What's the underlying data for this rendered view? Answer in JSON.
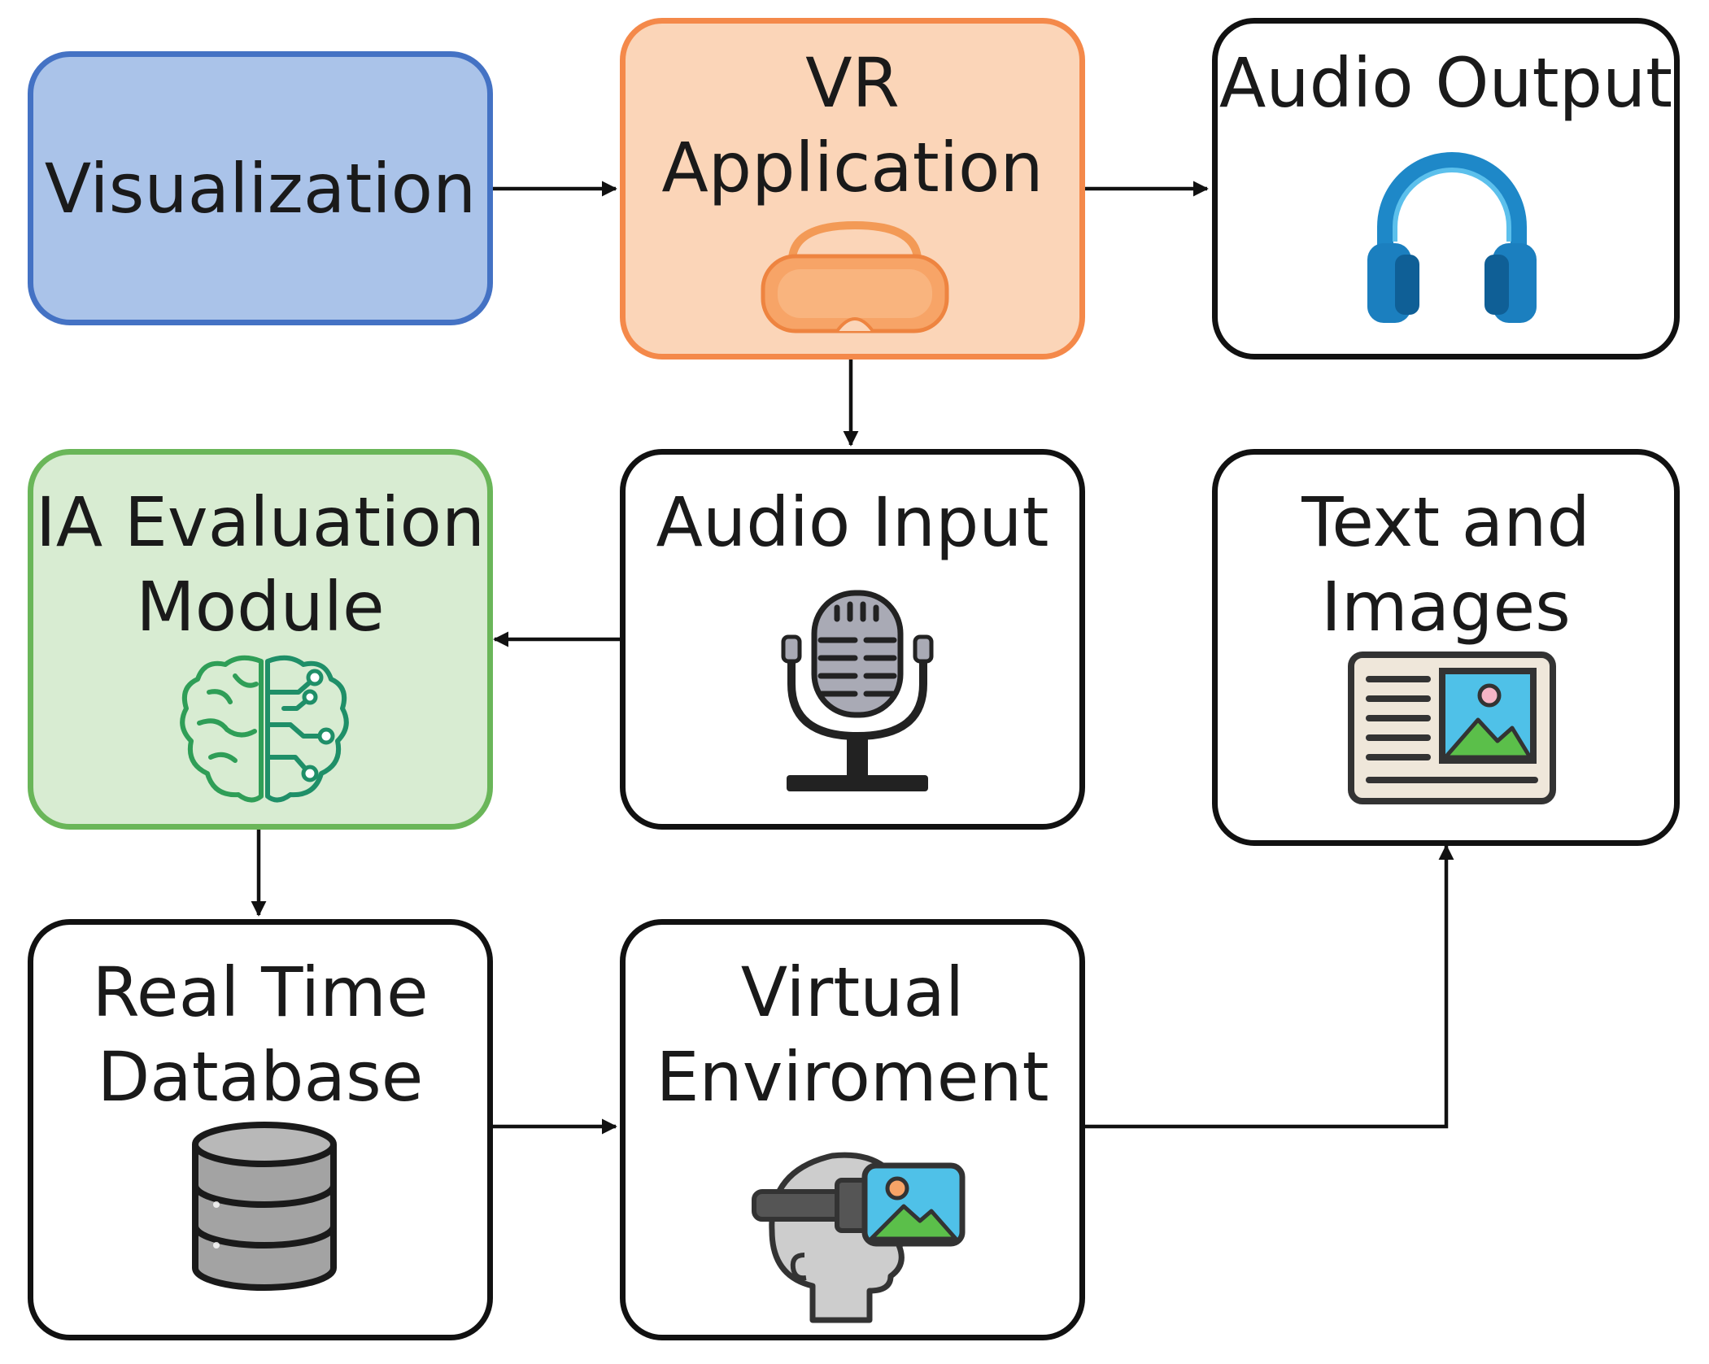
{
  "nodes": {
    "visualization": {
      "label": "Visualization"
    },
    "vr_application": {
      "line1": "VR",
      "line2": "Application",
      "icon": "vr-headset-icon"
    },
    "audio_output": {
      "label": "Audio Output",
      "icon": "headphones-icon"
    },
    "ia_evaluation": {
      "line1": "IA Evaluation",
      "line2": "Module",
      "icon": "brain-circuit-icon"
    },
    "audio_input": {
      "label": "Audio Input",
      "icon": "microphone-icon"
    },
    "text_images": {
      "line1": "Text and",
      "line2": "Images",
      "icon": "document-image-icon"
    },
    "realtime_db": {
      "line1": "Real Time",
      "line2": "Database",
      "icon": "database-icon"
    },
    "virtual_env": {
      "line1": "Virtual",
      "line2": "Enviroment",
      "icon": "vr-user-icon"
    }
  },
  "edges": [
    {
      "from": "visualization",
      "to": "vr_application"
    },
    {
      "from": "vr_application",
      "to": "audio_output"
    },
    {
      "from": "vr_application",
      "to": "audio_input"
    },
    {
      "from": "audio_input",
      "to": "ia_evaluation"
    },
    {
      "from": "ia_evaluation",
      "to": "realtime_db"
    },
    {
      "from": "realtime_db",
      "to": "virtual_env"
    },
    {
      "from": "virtual_env",
      "to": "text_images"
    }
  ],
  "colors": {
    "visualization_fill": "#aac3e9",
    "visualization_border": "#4472c4",
    "vr_fill": "#fbd5b8",
    "vr_border": "#f4894a",
    "ia_fill": "#d8ecd2",
    "ia_border": "#6ab659",
    "default_border": "#111111"
  }
}
